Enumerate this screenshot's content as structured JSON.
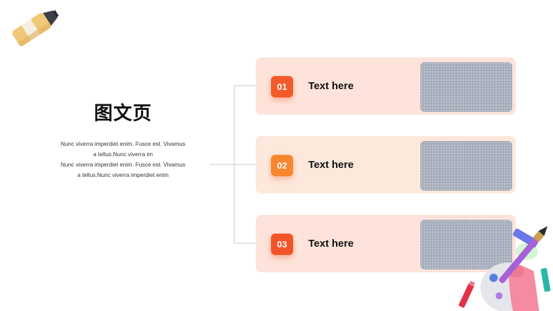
{
  "slide": {
    "title": "图文页",
    "body_lines": [
      "Nunc  viverra  imperdiet enim.  Fusce est.  Vivamus",
      "a tellus.Nunc  viverra im",
      "Nunc  viverra  imperdiet enim.  Fusce est.  Vivamus",
      "a tellus.Nunc  viverra  imperdiet enim"
    ]
  },
  "items": [
    {
      "number": "01",
      "label": "Text here",
      "card_color": "#fde3da",
      "badge_color": "#f35a2a"
    },
    {
      "number": "02",
      "label": "Text here",
      "card_color": "#fde8dc",
      "badge_color": "#f7862f"
    },
    {
      "number": "03",
      "label": "Text here",
      "card_color": "#fde3da",
      "badge_color": "#f2542a"
    }
  ],
  "decorations": {
    "top_left": "highlighter-marker-icon",
    "bottom_right": "paint-brush-and-crayons-illustration"
  }
}
